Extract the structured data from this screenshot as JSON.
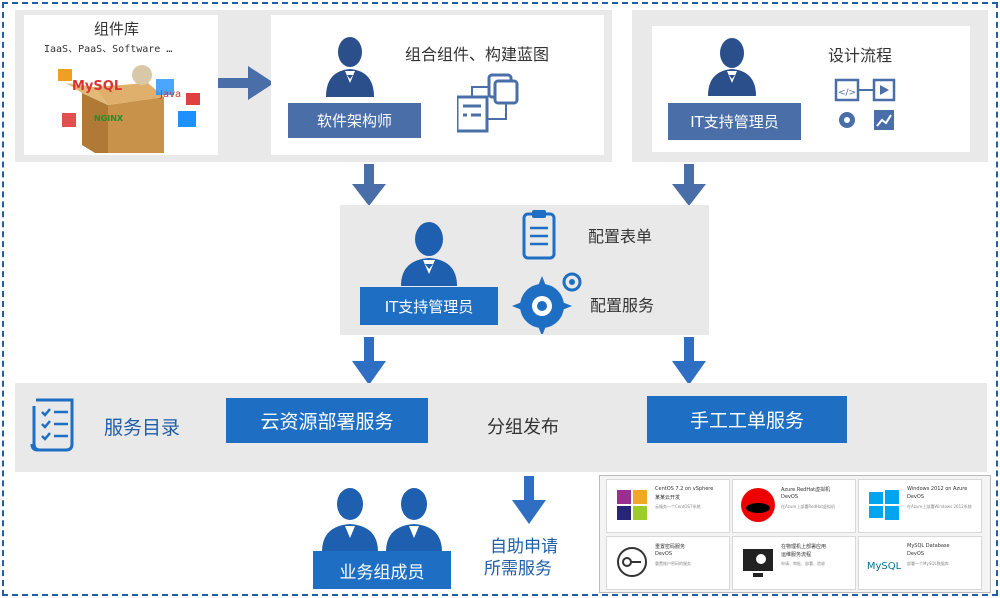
{
  "component_lib": {
    "title": "组件库",
    "subtitle": "IaaS、PaaS、Software …",
    "logos": [
      "MySQL",
      "Java",
      "NGINX"
    ]
  },
  "architect_panel": {
    "caption": "组合组件、构建蓝图",
    "role": "软件架构师"
  },
  "design_panel": {
    "caption": "设计流程",
    "role": "IT支持管理员"
  },
  "config_panel": {
    "role": "IT支持管理员",
    "form_label": "配置表单",
    "service_label": "配置服务"
  },
  "service_row": {
    "catalog_label": "服务目录",
    "cloud_deploy": "云资源部署服务",
    "group_publish": "分组发布",
    "manual_ticket": "手工工单服务"
  },
  "bottom": {
    "members": "业务组成员",
    "self_service_line1": "自助申请",
    "self_service_line2": "所需服务"
  },
  "catalog_cards": [
    {
      "title": "CentOS 7.2 on vSphere",
      "sub": "某某云开发",
      "desc": "云服务一个CentOS7系统"
    },
    {
      "title": "Azure RedHat虚拟机",
      "sub": "DevOS",
      "desc": "在Azure上部署RedHat虚拟机"
    },
    {
      "title": "Windows 2012 on Azure",
      "sub": "DevOS",
      "desc": "在Azure上部署Windows 2012系统"
    },
    {
      "title": "重置密码服务",
      "sub": "DevOS",
      "desc": "重置账户密码的服务"
    },
    {
      "title": "在物理机上部署应用",
      "sub": "运维服务流程",
      "desc": "申请、审批、部署、验收"
    },
    {
      "title": "MySQL Database",
      "sub": "DevOS",
      "desc": "部署一个MySQL数据库"
    }
  ],
  "colors": {
    "frame": "#1f5fa8",
    "arrow": "#2e6fc4",
    "label_bg": "#4a6fa8",
    "button_bg": "#1e6fc4",
    "panel_gray": "#e9e9ea"
  }
}
